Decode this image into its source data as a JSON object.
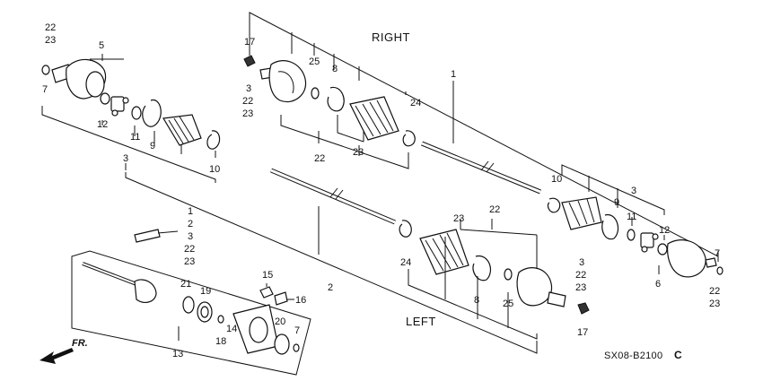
{
  "captions": {
    "right": "RIGHT",
    "left": "LEFT",
    "front": "FR."
  },
  "diagram_code": "SX08-B2100",
  "diagram_code_suffix": "C",
  "labels": {
    "tl_22": "22",
    "tl_23": "23",
    "tl_7": "7",
    "tl_5": "5",
    "tl_12": "12",
    "tl_11": "11",
    "tl_9": "9",
    "tl_3": "3",
    "tl_10": "10",
    "rt_17": "17",
    "rt_3": "3",
    "rt_22": "22",
    "rt_23": "23",
    "rt_25": "25",
    "rt_8": "8",
    "rt_24": "24",
    "rt_1": "1",
    "rb_22": "22",
    "rb_23": "23",
    "mr_10": "10",
    "mr_9": "9",
    "mr_3": "3",
    "mr_11": "11",
    "mr_12": "12",
    "mr_7": "7",
    "mr_6": "6",
    "mr_22": "22",
    "mr_23": "23",
    "ml_1": "1",
    "ml_2": "2",
    "ml_3": "3",
    "ml_22": "22",
    "ml_23": "23",
    "lb_23": "23",
    "lb_22": "22",
    "lb_24": "24",
    "lb_8": "8",
    "lb_25": "25",
    "lb_2": "2",
    "lb_3": "3",
    "lb_22b": "22",
    "lb_23b": "23",
    "lb_17": "17",
    "in_15": "15",
    "in_16": "16",
    "in_21": "21",
    "in_19": "19",
    "in_14": "14",
    "in_18": "18",
    "in_20": "20",
    "in_7": "7",
    "in_13": "13"
  }
}
